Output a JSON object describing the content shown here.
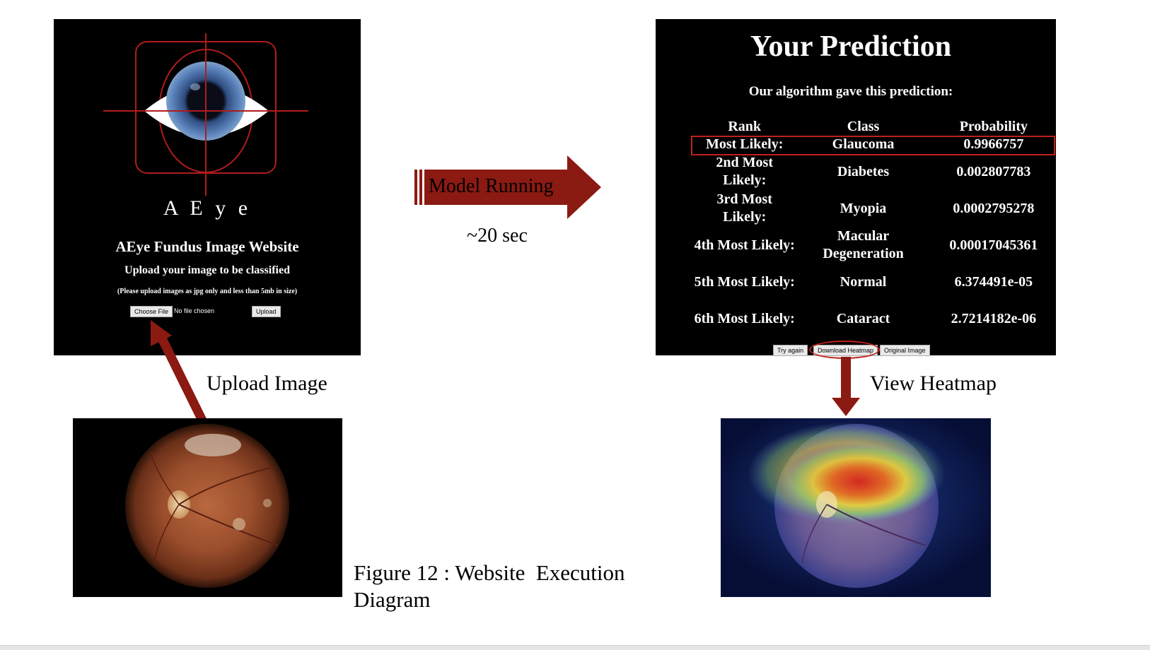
{
  "upload_site": {
    "brand": "A E y e",
    "title": "AEye Fundus Image Website",
    "subtitle": "Upload your image to be classified",
    "note": "(Please upload images as jpg only and less than 5mb in size)",
    "choose_file": "Choose File",
    "no_file": "No file chosen",
    "upload": "Upload"
  },
  "labels": {
    "upload_image": "Upload Image",
    "model_running": "Model Running",
    "duration": "~20 sec",
    "view_heatmap": "View Heatmap",
    "caption_line1": "Figure 12 : Website  Execution",
    "caption_line2": "Diagram"
  },
  "prediction": {
    "title": "Your Prediction",
    "subtitle": "Our algorithm gave this prediction:",
    "headers": [
      "Rank",
      "Class",
      "Probability"
    ],
    "rows": [
      {
        "rank": "Most Likely:",
        "class": "Glaucoma",
        "prob": "0.9966757"
      },
      {
        "rank": "2nd Most Likely:",
        "class": "Diabetes",
        "prob": "0.002807783"
      },
      {
        "rank": "3rd Most Likely:",
        "class": "Myopia",
        "prob": "0.0002795278"
      },
      {
        "rank": "4th Most Likely:",
        "class": "Macular Degeneration",
        "prob": "0.00017045361"
      },
      {
        "rank": "5th Most Likely:",
        "class": "Normal",
        "prob": "6.374491e-05"
      },
      {
        "rank": "6th Most Likely:",
        "class": "Cataract",
        "prob": "2.7214182e-06"
      }
    ],
    "buttons": {
      "try_again": "Try again",
      "download": "Download Heatmap",
      "original": "Original Image"
    }
  },
  "colors": {
    "arrow": "#8b1a12",
    "highlight": "#c0201a"
  }
}
